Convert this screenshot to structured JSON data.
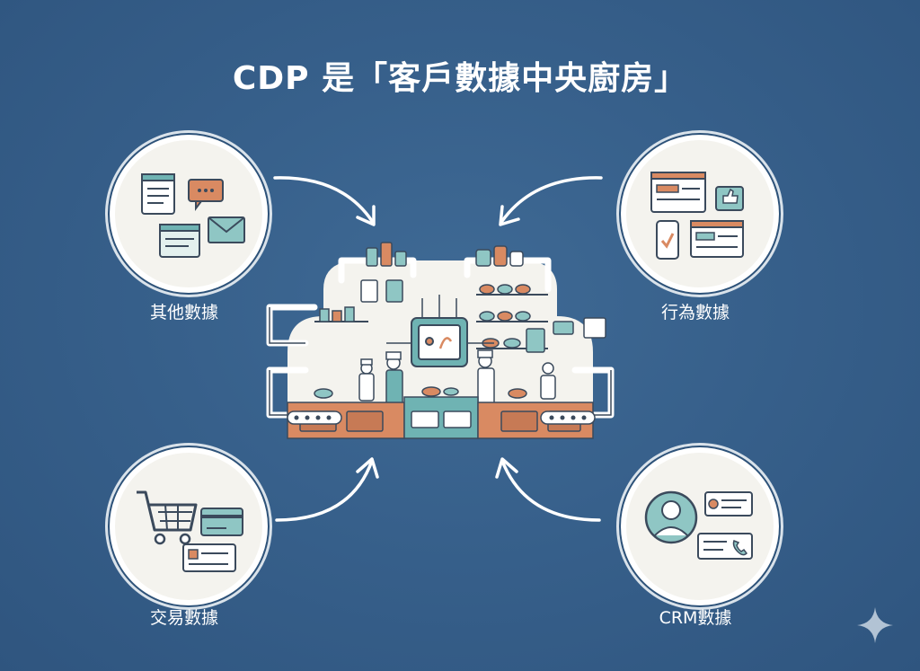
{
  "title": "CDP 是「客戶數據中央廚房」",
  "nodes": {
    "top_left": {
      "label": "其他數據",
      "icon": "documents-and-message-icon"
    },
    "top_right": {
      "label": "行為數據",
      "icon": "web-and-mobile-activity-icon"
    },
    "bottom_left": {
      "label": "交易數據",
      "icon": "shopping-cart-and-card-icon"
    },
    "bottom_right": {
      "label": "CRM數據",
      "icon": "customer-profile-icon"
    }
  },
  "center": {
    "icon": "central-kitchen-illustration"
  },
  "colors": {
    "background": "#37608b",
    "circle_fill": "#f4f3ee",
    "accent_orange": "#d98a62",
    "accent_teal": "#6fb3b3",
    "line_dark": "#3b4a5c"
  }
}
